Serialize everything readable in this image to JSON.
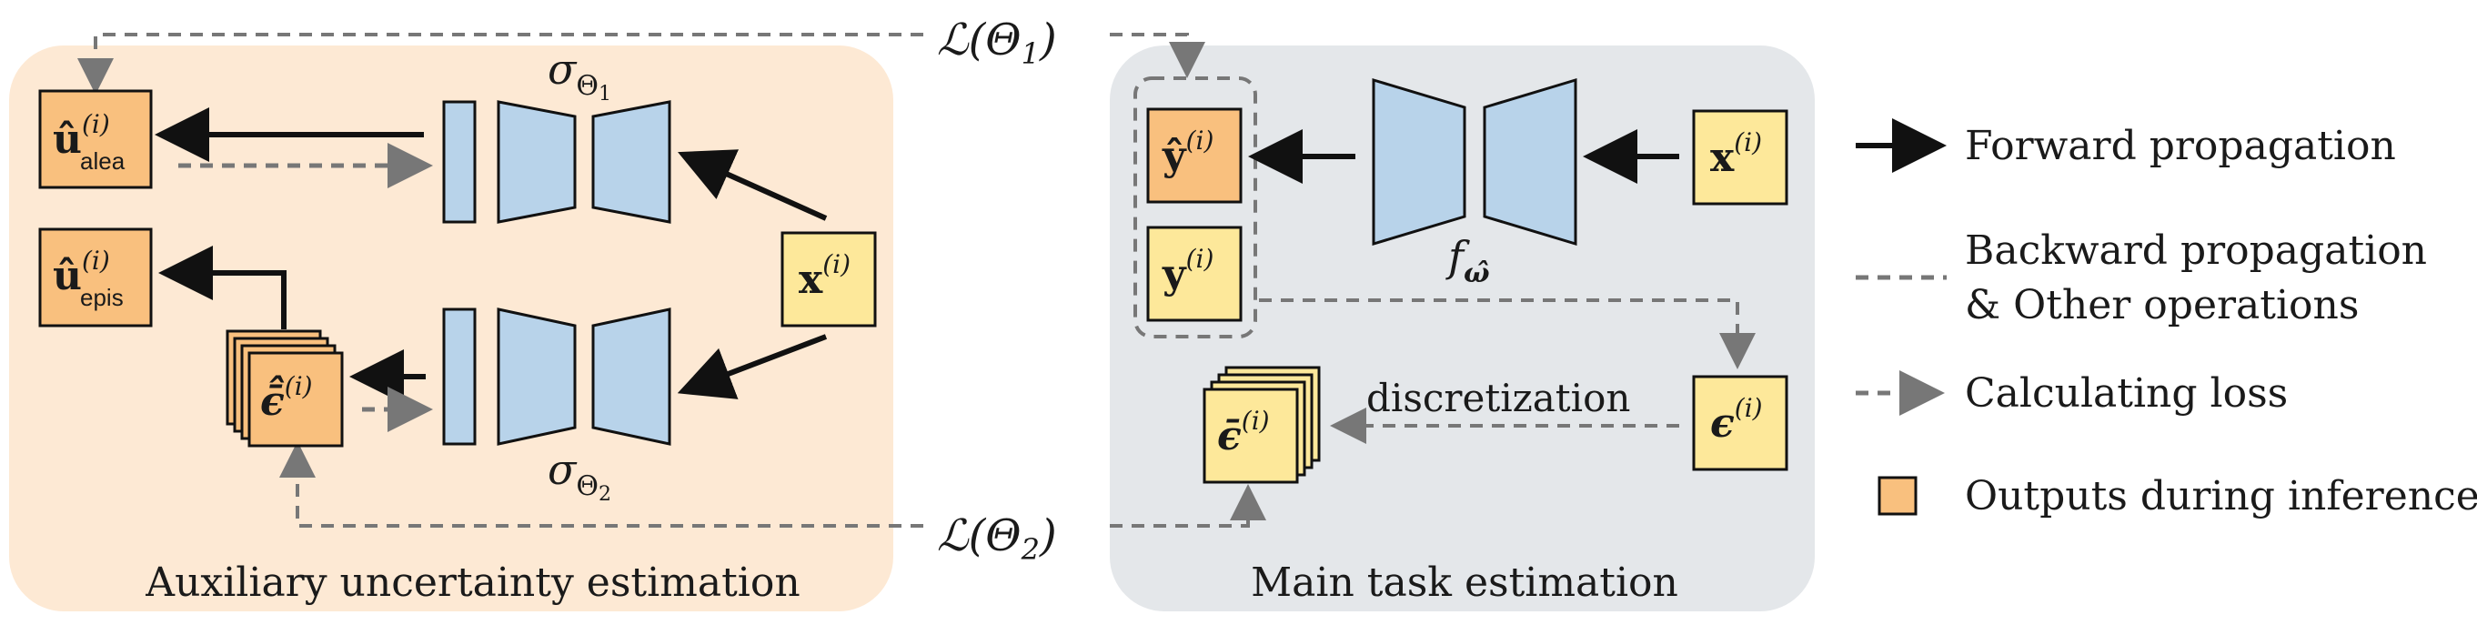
{
  "panels": {
    "left_caption": "Auxiliary uncertainty estimation",
    "right_caption": "Main task estimation"
  },
  "losses": {
    "loss1": "ℒ(Θ",
    "loss1_sub": "1",
    "loss1_close": ")",
    "loss2": "ℒ(Θ",
    "loss2_sub": "2",
    "loss2_close": ")"
  },
  "nodes": {
    "u_alea": {
      "base": "û",
      "sup": "(i)",
      "sub": "alea"
    },
    "u_epis": {
      "base": "û",
      "sup": "(i)",
      "sub": "epis"
    },
    "x_left": {
      "base": "x",
      "sup": "(i)"
    },
    "eps_hat": {
      "base": "ϵ̄̂",
      "sup": "(i)"
    },
    "y_hat": {
      "base": "ŷ",
      "sup": "(i)"
    },
    "y": {
      "base": "y",
      "sup": "(i)"
    },
    "x_right": {
      "base": "x",
      "sup": "(i)"
    },
    "eps": {
      "base": "ϵ",
      "sup": "(i)"
    },
    "eps_bar": {
      "base": "ϵ̄",
      "sup": "(i)"
    }
  },
  "networks": {
    "sigma1": {
      "base": "σ",
      "sub": "Θ",
      "subsub": "1"
    },
    "sigma2": {
      "base": "σ",
      "sub": "Θ",
      "subsub": "2"
    },
    "f": {
      "base": "f",
      "sub": "ω̂"
    }
  },
  "annotations": {
    "discretization": "discretization"
  },
  "legend": {
    "forward": "Forward propagation",
    "backward_line1": "Backward propagation",
    "backward_line2": "& Other operations",
    "loss": "Calculating loss",
    "outputs": "Outputs during inference"
  },
  "colors": {
    "left_panel": "#fde9d4",
    "right_panel": "#e4e7ea",
    "output_box": "#f9c07e",
    "input_box": "#fde89a",
    "network": "#b8d3ea",
    "dashed": "#777777",
    "solid": "#111111"
  }
}
